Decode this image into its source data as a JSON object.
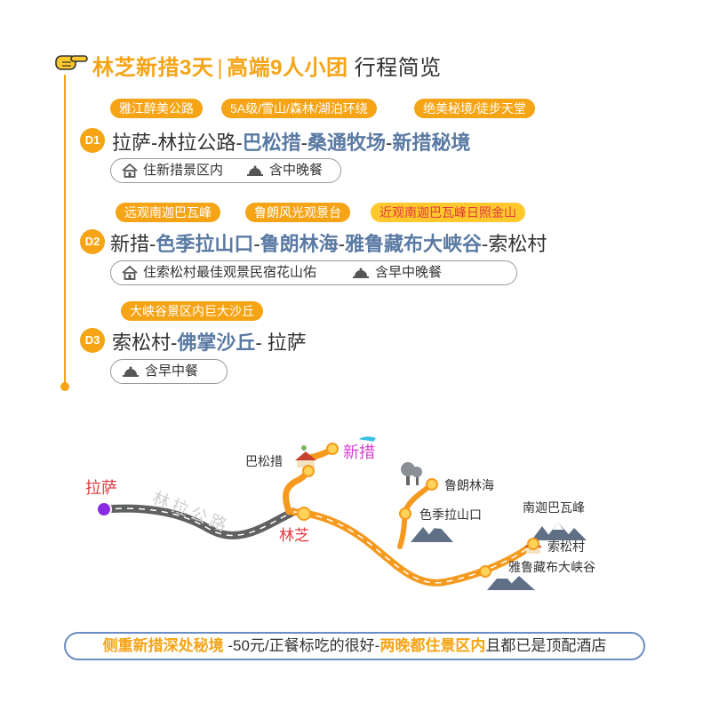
{
  "header": {
    "title_main": "林芝新措3天",
    "separator": "|",
    "title_group": "高端9人小团",
    "title_sub": "行程简览"
  },
  "days": [
    {
      "badge": "D1",
      "tags": [
        "雅江醉美公路",
        "5A级/雪山/森林/湖泊环绕",
        "绝美秘境/徒步天堂"
      ],
      "route": [
        {
          "text": "拉萨-林拉公路-",
          "hl": false
        },
        {
          "text": "巴松措",
          "hl": true
        },
        {
          "text": "-",
          "hl": false
        },
        {
          "text": "桑通牧场",
          "hl": true
        },
        {
          "text": "-",
          "hl": false
        },
        {
          "text": "新措秘境",
          "hl": true
        }
      ],
      "stay": "住新措景区内",
      "meal": "含中晚餐"
    },
    {
      "badge": "D2",
      "tags": [
        "远观南迦巴瓦峰",
        "鲁朗风光观景台",
        "近观南迦巴瓦峰日照金山"
      ],
      "route": [
        {
          "text": "新措-",
          "hl": false
        },
        {
          "text": "色季拉山口",
          "hl": true
        },
        {
          "text": "-",
          "hl": false
        },
        {
          "text": "鲁朗林海",
          "hl": true
        },
        {
          "text": "-",
          "hl": false
        },
        {
          "text": "雅鲁藏布大峡谷",
          "hl": true
        },
        {
          "text": "-索松村",
          "hl": false
        }
      ],
      "stay": "住索松村最佳观景民宿花山佑",
      "meal": "含早中晚餐"
    },
    {
      "badge": "D3",
      "tags": [
        "大峡谷景区内巨大沙丘"
      ],
      "route": [
        {
          "text": "索松村-",
          "hl": false
        },
        {
          "text": "佛掌沙丘",
          "hl": true
        },
        {
          "text": "- 拉萨",
          "hl": false
        }
      ],
      "meal": "含早中餐"
    }
  ],
  "map": {
    "labels": {
      "lhasa": "拉萨",
      "linla_road": "林拉公路",
      "linzhi": "林芝",
      "basongcuo": "巴松措",
      "xincuo": "新措",
      "lulang": "鲁朗林海",
      "sejila": "色季拉山口",
      "namjagbarwa": "南迦巴瓦峰",
      "suosong": "索松村",
      "yarlung": "雅鲁藏布大峡谷"
    },
    "colors": {
      "road_gray": "#5f6061",
      "road_orange": "#f59a1f",
      "lhasa": "#e0393e",
      "xincuo": "#d63fd3",
      "lhasa_dot": "#8a2be2"
    }
  },
  "bottom": {
    "hl1": "侧重新措深处秘境",
    "text1": " -50元/正餐标吃的很好-",
    "hl2": "两晚都住景区内",
    "text2": "且都已是顶配酒店"
  }
}
